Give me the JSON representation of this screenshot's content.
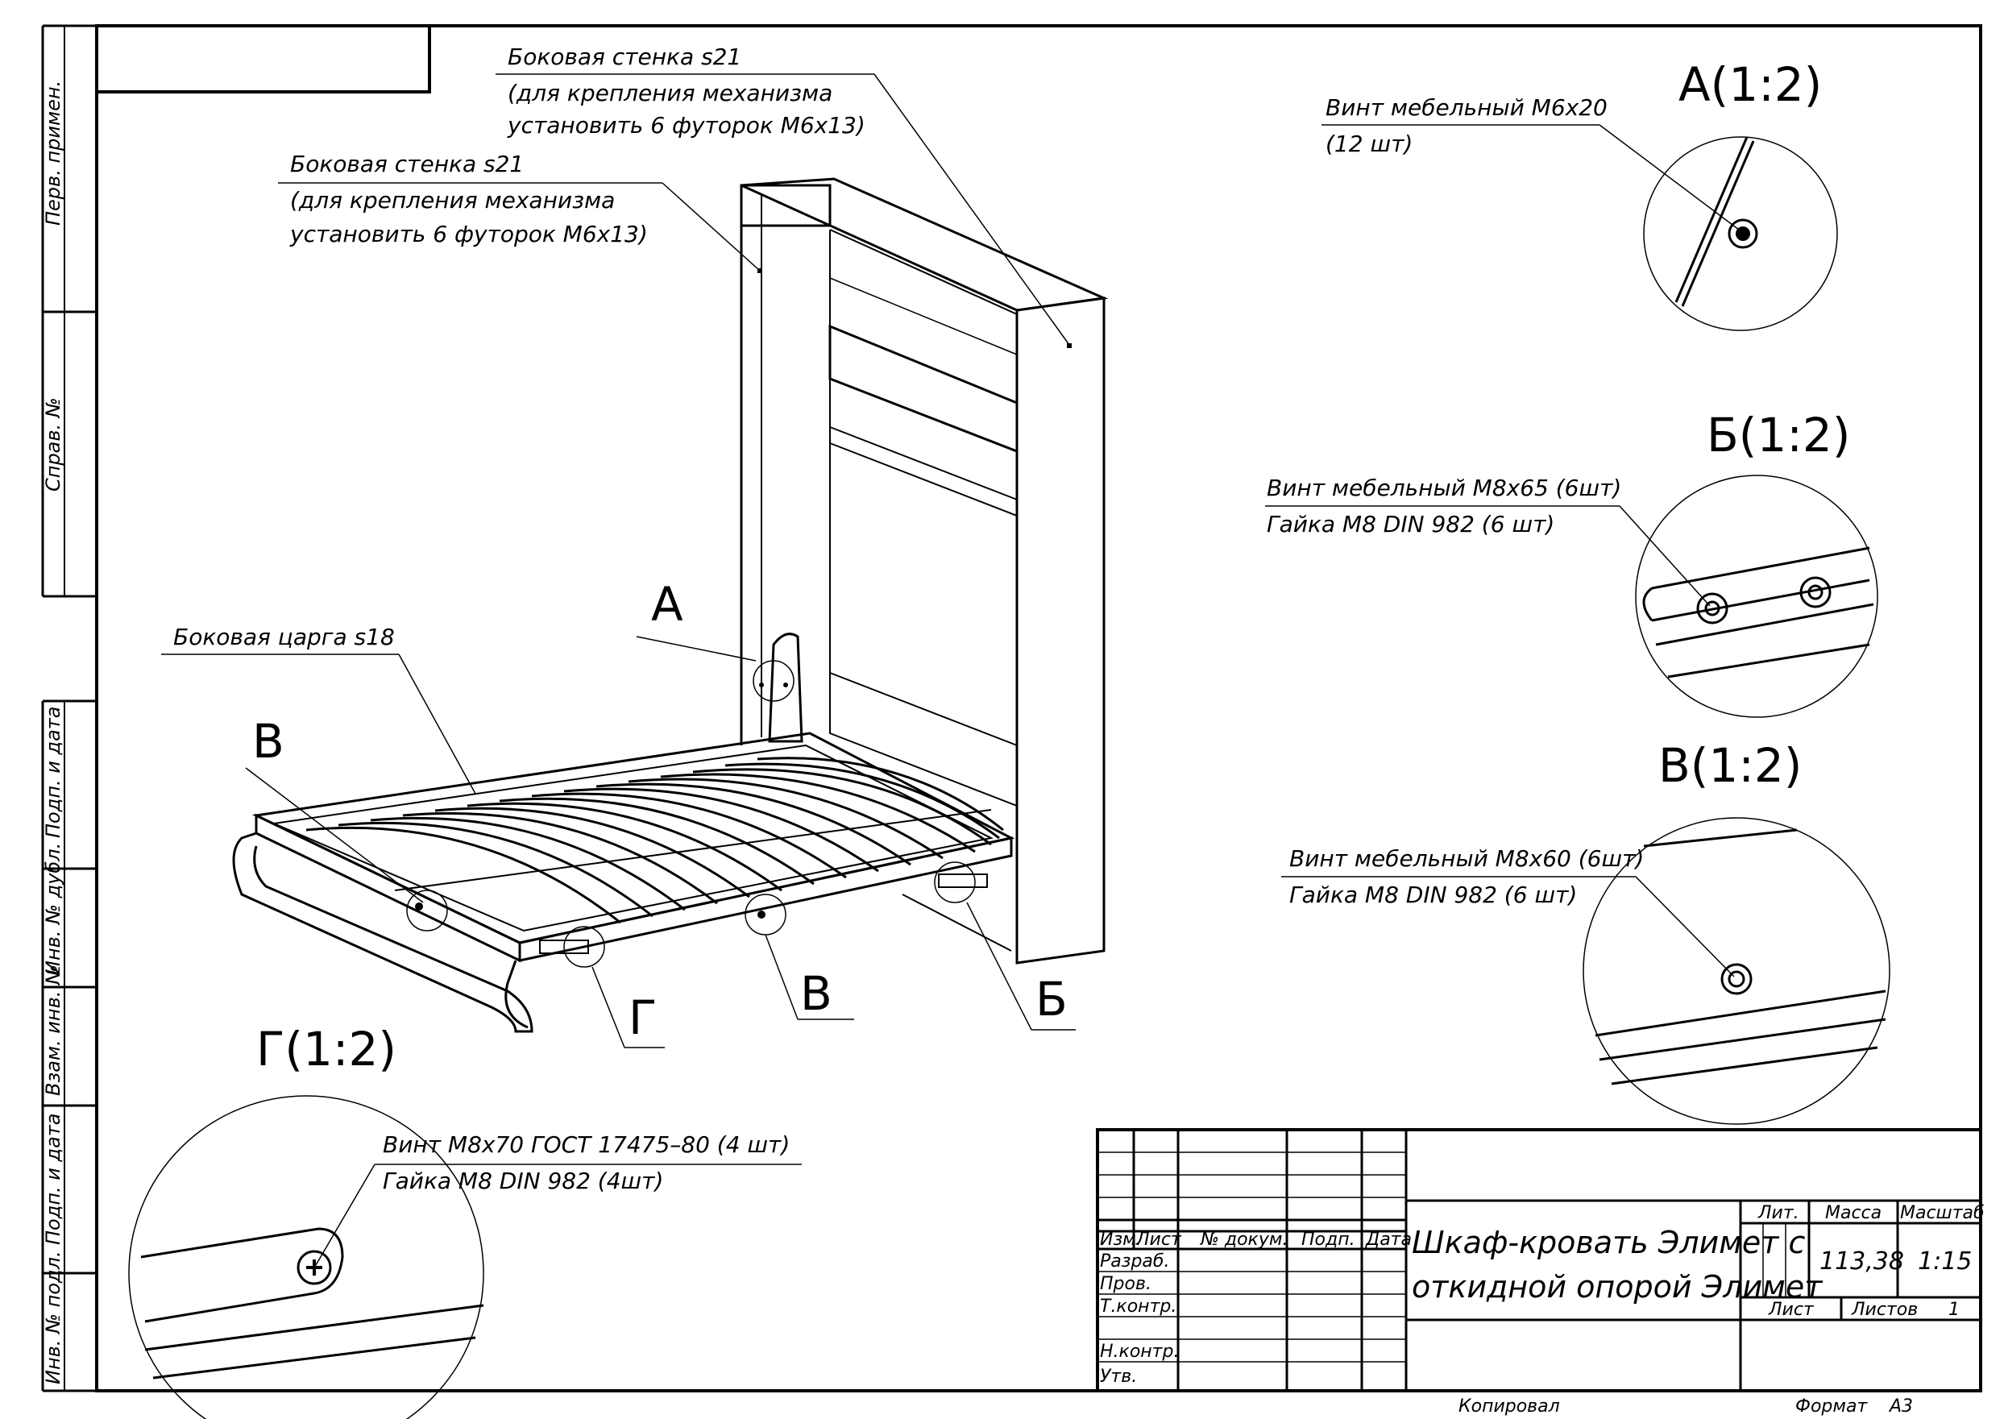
{
  "side_column": {
    "perv_primen": "Перв. примен.",
    "sprav_no": "Справ. №",
    "podp_i_data_1": "Подп. и дата",
    "inv_no_dubl": "Инв. № дубл.",
    "vzam_inv_no": "Взам. инв. №",
    "podp_i_data_2": "Подп. и дата",
    "inv_no_podl": "Инв. № подл."
  },
  "main_view": {
    "callout_wall_1_line1": "Боковая стенка s21",
    "callout_wall_1_line2": "(для крепления механизма",
    "callout_wall_1_line3": "установить 6 футорок М6х13)",
    "callout_wall_2_line1": "Боковая стенка s21",
    "callout_wall_2_line2": "(для крепления механизма",
    "callout_wall_2_line3": "установить 6 футорок М6х13)",
    "callout_tsarga": "Боковая царга s18",
    "mark_A": "А",
    "mark_V_left": "В",
    "mark_V_bottom": "В",
    "mark_G": "Г",
    "mark_B": "Б"
  },
  "detail_A": {
    "title": "А(1:2)",
    "line1": "Винт мебельный М6х20",
    "line2": "(12 шт)"
  },
  "detail_B": {
    "title": "Б(1:2)",
    "line1": "Винт мебельный М8х65 (6шт)",
    "line2": "Гайка М8 DIN 982 (6 шт)"
  },
  "detail_V": {
    "title": "В(1:2)",
    "line1": "Винт мебельный М8х60 (6шт)",
    "line2": "Гайка М8 DIN 982 (6 шт)"
  },
  "detail_G": {
    "title": "Г(1:2)",
    "line1": "Винт М8х70 ГОСТ 17475–80 (4 шт)",
    "line2": "Гайка М8 DIN 982 (4шт)"
  },
  "title_block": {
    "izm": "Изм.",
    "list": "Лист",
    "no_dokum": "№ докум.",
    "podp": "Подп.",
    "data": "Дата",
    "razrab": "Разраб.",
    "prov": "Пров.",
    "tkontr": "Т.контр.",
    "nkontr": "Н.контр.",
    "utv": "Утв.",
    "name_line1": "Шкаф-кровать Элимет с",
    "name_line2": "откидной опорой Элимет",
    "lit": "Лит.",
    "massa": "Масса",
    "masshtab": "Масштаб",
    "massa_value": "113,38",
    "masshtab_value": "1:15",
    "list_label": "Лист",
    "listov_label": "Листов",
    "listov_value": "1"
  },
  "footer": {
    "kopiroval": "Копировал",
    "format_label": "Формат",
    "format_value": "А3"
  }
}
